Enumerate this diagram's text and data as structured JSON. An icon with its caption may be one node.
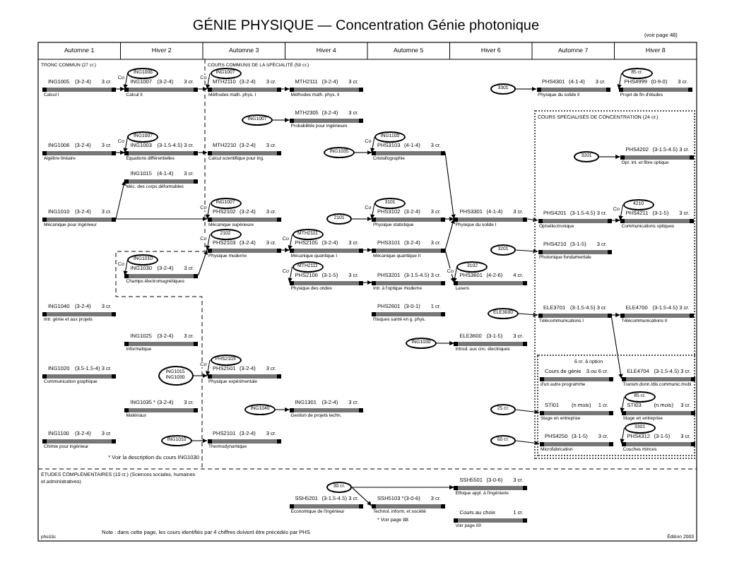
{
  "diagram": {
    "title": "GÉNIE PHYSIQUE — Concentration Génie photonique",
    "nodes": [
      {
        "text": [
          "COURS SPÉCIALISÉS DE CONCENTRATION (24 cr.)"
        ]
      },
      {
        "text": [
          "6 cr. à option"
        ],
        "in": 0
      },
      {
        "text": [
          "ING1005",
          "(3-2-4)",
          "3 cr.",
          "Calcul I"
        ]
      },
      {
        "text": [
          "ING1007",
          "(3-2-4)",
          "3 cr.",
          "Calcul II"
        ]
      },
      {
        "text": [
          "MTH2110",
          "(3-2-4)",
          "3 cr.",
          "Méthodes math. phys. I"
        ]
      },
      {
        "text": [
          "MTH2111",
          "(3-2-4)",
          "3 cr.",
          "Méthodes math. phys. II"
        ]
      },
      {
        "text": [
          "PHS4301",
          "(4-1-4)",
          "3 cr.",
          "Physique du solide II"
        ]
      },
      {
        "text": [
          "PHS4999",
          "(0-9-0)",
          "3 cr.",
          "Projet de fin d'études"
        ]
      },
      {
        "text": [
          "MTH2305",
          "(3-2-4)",
          "3 cr.",
          "Probabilités pour ingénieurs"
        ]
      },
      {
        "text": [
          "ING1006",
          "(3-2-4)",
          "3 cr.",
          "Algèbre linéaire"
        ]
      },
      {
        "text": [
          "ING1003",
          "(3-1.5-4.5)",
          "3 cr.",
          "Équations différentielles"
        ]
      },
      {
        "text": [
          "MTH2210",
          "(3-2-4)",
          "3 cr.",
          "Calcul scientifique pour ing."
        ]
      },
      {
        "text": [
          "PHS3103",
          "(4-1-4)",
          "3 cr.",
          "Cristallographie"
        ]
      },
      {
        "text": [
          "PHS4202",
          "(3-1.5-4.5)",
          "3 cr.",
          "Opt. int. et fibre optique"
        ],
        "in": 0
      },
      {
        "text": [
          "ING1015",
          "(4-1-4)",
          "3 cr.",
          "Méc. des corps déformables"
        ]
      },
      {
        "text": [
          "ING1010",
          "(3-2-4)",
          "3 cr.",
          "Mécanique pour ingénieur"
        ]
      },
      {
        "text": [
          "PHS2102",
          "(3-2-4)",
          "3 cr.",
          "Mécanique supérieure"
        ]
      },
      {
        "text": [
          "PHS3102",
          "(3-2-4)",
          "3 cr.",
          "Physique statistique"
        ]
      },
      {
        "text": [
          "PHS3301",
          "(4-1-4)",
          "3 cr.",
          "Physique du solide I"
        ]
      },
      {
        "text": [
          "PHS4201",
          "(3-1.5-4.5)",
          "3 cr.",
          "Optoélectronique"
        ],
        "in": 0
      },
      {
        "text": [
          "PHS4211",
          "(3-1-5)",
          "3 cr.",
          "Communications optiques"
        ],
        "in": 0
      },
      {
        "text": [
          "PHS2103",
          "(3-2-4)",
          "3 cr.",
          "Physique moderne"
        ]
      },
      {
        "text": [
          "PHS2105",
          "(3-2-4)",
          "3 cr.",
          "Mécanique quantique I"
        ]
      },
      {
        "text": [
          "PHS3101",
          "(3-2-4)",
          "3 cr.",
          "Mécanique quantique II"
        ]
      },
      {
        "text": [
          "PHS4210",
          "(3-1-5)",
          "3 cr.",
          "Photonique fondamentale"
        ],
        "in": 0
      },
      {
        "text": [
          "ING1030",
          "(3-2-4)",
          "3 cr.",
          "Champs électromagnétiques"
        ]
      },
      {
        "text": [
          "PHS2106",
          "(3-1-5)",
          "3 cr.",
          "Physique des ondes"
        ]
      },
      {
        "text": [
          "PHS3201",
          "(3-1.5-4.5)",
          "3 cr.",
          "Intr. à l'optique moderne"
        ]
      },
      {
        "text": [
          "PHS3601",
          "(4-2-6)",
          "4 cr.",
          "Lasers"
        ]
      },
      {
        "text": [
          "ING1040",
          "(3-2-4)",
          "3 cr.",
          "Intr. génie et aux projets"
        ]
      },
      {
        "text": [
          "PHS2601",
          "(3-0-1)",
          "1 cr.",
          "Risques santé en g. phys."
        ]
      },
      {
        "text": [
          "ELE3701",
          "(3-1.5-4.5)",
          "3 cr.",
          "Télécommunications I"
        ],
        "in": 0
      },
      {
        "text": [
          "ELE4700",
          "(3-1.5-4.5)",
          "3 cr.",
          "Télécommunications II"
        ],
        "in": 0
      },
      {
        "text": [
          "ING1025",
          "(3-2-4)",
          "3 cr.",
          "Informatique"
        ]
      },
      {
        "text": [
          "ELE3600",
          "(3-1-5)",
          "3 cr.",
          "Introd. aux circ. électriques"
        ]
      },
      {
        "text": [
          "ING1020",
          "(3.5-1.5-4)",
          "3 cr.",
          "Communication graphique"
        ]
      },
      {
        "text": [
          "PHS2501",
          "(3-2-4)",
          "3 cr.",
          "Physique expérimentale"
        ]
      },
      {
        "text": [
          "Cours de génie",
          "3 ou 6 cr.",
          "d'un autre programme"
        ],
        "in": 1
      },
      {
        "text": [
          "ELE4704",
          "(3-1.5-4.5)",
          "3 cr.",
          "Transm.donn./dis.communic.mobi"
        ],
        "in": 1
      },
      {
        "text": [
          "ING1035 *",
          "(3-2-4)",
          "3 cr.",
          "Matériaux"
        ]
      },
      {
        "text": [
          "ING1301",
          "(3-2-4)",
          "3 cr.",
          "Gestion de projets techn."
        ]
      },
      {
        "text": [
          "STI01",
          "(n mois)",
          "1 cr.",
          "Stage en entreprise"
        ],
        "in": 1
      },
      {
        "text": [
          "STI03",
          "(n mois)",
          "3 cr.",
          "Stage en entreprise"
        ],
        "in": 1
      },
      {
        "text": [
          "ING1100",
          "(3-2-4)",
          "3 cr.",
          "Chimie pour ingénieur"
        ]
      },
      {
        "text": [
          "PHS2101",
          "(3-2-4)",
          "3 cr.",
          "Thermodynamique"
        ]
      },
      {
        "text": [
          "PHS4250",
          "(3-1-5)",
          "3 cr.",
          "Microfabrication"
        ],
        "in": 1
      },
      {
        "text": [
          "PHS4312",
          "(3-1-5)",
          "3 cr.",
          "Couches minces"
        ],
        "in": 1
      },
      {
        "text": [
          "SSH5201",
          "(3-1.5-4.5)",
          "3 cr.",
          "Économique de l'ingénieur"
        ]
      },
      {
        "text": [
          "SSH5103 *",
          "(3-0-6)",
          "3 cr.",
          "Technol. inform. et société"
        ],
        "beside": [
          "* Voir page 88"
        ]
      },
      {
        "text": [
          "SSH5501",
          "(3-0-6)",
          "3 cr.",
          "Éthique appl. à l'ingénierie"
        ]
      },
      {
        "text": [
          "Cours au choix",
          "1 cr.",
          "Voir page 88"
        ]
      },
      {
        "text": [
          "3301"
        ]
      },
      {
        "text": [
          "85 cr."
        ]
      },
      {
        "text": [
          "ING1007"
        ]
      },
      {
        "text": [
          "ING1035"
        ]
      },
      {
        "text": [
          "ING1100"
        ]
      },
      {
        "text": [
          "3201"
        ],
        "in": 0
      },
      {
        "text": [
          "ING1006"
        ]
      },
      {
        "text": [
          "ING1007"
        ]
      },
      {
        "text": [
          "ING1007"
        ]
      },
      {
        "text": [
          "ING1007"
        ]
      },
      {
        "text": [
          "2102"
        ]
      },
      {
        "text": [
          "MTH2111"
        ]
      },
      {
        "text": [
          "MTH2111"
        ]
      },
      {
        "text": [
          "2101"
        ]
      },
      {
        "text": [
          "3101"
        ]
      },
      {
        "text": [
          "3102"
        ]
      },
      {
        "text": [
          "4210"
        ],
        "in": 0
      },
      {
        "text": [
          "3201"
        ]
      },
      {
        "text": [
          "ING1010"
        ]
      },
      {
        "text": [
          "ING1015 ING1030"
        ]
      },
      {
        "text": [
          "PHS2103"
        ]
      },
      {
        "text": [
          "ING1040"
        ]
      },
      {
        "text": [
          "ING1010"
        ]
      },
      {
        "text": [
          "ING1030"
        ]
      },
      {
        "text": [
          "ELE3600"
        ]
      },
      {
        "text": [
          "25 cr."
        ]
      },
      {
        "text": [
          "85 cr."
        ],
        "in": 1
      },
      {
        "text": [
          "60 cr."
        ]
      },
      {
        "text": [
          "3301"
        ],
        "in": 1
      },
      {
        "text": [
          "30 cr."
        ]
      }
    ],
    "edges": [
      {
        "from": 2,
        "to": 3,
        "arrow": "to"
      },
      {
        "from": 3,
        "to": 4,
        "arrow": "to"
      },
      {
        "from": 4,
        "to": 5,
        "arrow": "to"
      },
      {
        "from": 9,
        "to": 10,
        "arrow": "to"
      },
      {
        "from": 10,
        "to": 11,
        "arrow": "to"
      },
      {
        "from": 15,
        "to": 14,
        "arrow": "to"
      },
      {
        "from": 15,
        "to": 16,
        "arrow": "to"
      },
      {
        "from": 25,
        "to": 21,
        "arrow": "to"
      },
      {
        "from": 21,
        "to": 22,
        "arrow": "to"
      },
      {
        "from": 22,
        "to": 23,
        "arrow": "to"
      },
      {
        "from": 26,
        "to": 27,
        "arrow": "to"
      },
      {
        "from": 12,
        "to": 18,
        "arrow": "to"
      },
      {
        "from": 17,
        "to": 18,
        "arrow": "to"
      },
      {
        "from": 23,
        "to": 18,
        "arrow": "to"
      },
      {
        "from": 23,
        "to": 28,
        "arrow": "to"
      },
      {
        "from": 18,
        "to": 19,
        "arrow": "to"
      },
      {
        "from": 19,
        "to": 20,
        "arrow": "to"
      },
      {
        "from": 31,
        "to": 32,
        "arrow": "to"
      },
      {
        "from": 31,
        "to": 38,
        "arrow": "to"
      },
      {
        "from": 51,
        "to": 6,
        "arrow": "to"
      },
      {
        "from": 52,
        "to": 7,
        "arrow": "to"
      },
      {
        "from": 53,
        "to": 8,
        "arrow": "to"
      },
      {
        "from": 54,
        "to": 12,
        "arrow": "to"
      },
      {
        "from": 55,
        "to": 12,
        "arrow": "to",
        "label": "Co"
      },
      {
        "from": 56,
        "to": 13,
        "arrow": "to"
      },
      {
        "from": 57,
        "to": 3,
        "arrow": "to",
        "label": "Co"
      },
      {
        "from": 58,
        "to": 4,
        "arrow": "to",
        "label": "Co"
      },
      {
        "from": 59,
        "to": 10,
        "arrow": "to",
        "label": "Co"
      },
      {
        "from": 60,
        "to": 16,
        "arrow": "to",
        "label": "Co"
      },
      {
        "from": 61,
        "to": 21,
        "arrow": "to",
        "label": "Co"
      },
      {
        "from": 62,
        "to": 22,
        "arrow": "to",
        "label": "Co"
      },
      {
        "from": 63,
        "to": 26,
        "arrow": "to",
        "label": "Co"
      },
      {
        "from": 64,
        "to": 17,
        "arrow": "to"
      },
      {
        "from": 65,
        "to": 17,
        "arrow": "to",
        "label": "Co"
      },
      {
        "from": 66,
        "to": 28,
        "arrow": "to",
        "label": "Co"
      },
      {
        "from": 67,
        "to": 20,
        "arrow": "to",
        "label": "Co"
      },
      {
        "from": 68,
        "to": 24,
        "arrow": "to"
      },
      {
        "from": 69,
        "to": 25,
        "arrow": "to",
        "label": "Co"
      },
      {
        "from": 70,
        "to": 36,
        "arrow": "to"
      },
      {
        "from": 71,
        "to": 36,
        "arrow": "to",
        "label": "Co"
      },
      {
        "from": 72,
        "to": 40,
        "arrow": "to"
      },
      {
        "from": 73,
        "to": 44,
        "arrow": "to"
      },
      {
        "from": 74,
        "to": 34,
        "arrow": "to"
      },
      {
        "from": 75,
        "to": 31,
        "arrow": "to"
      },
      {
        "from": 76,
        "to": 41,
        "arrow": "to"
      },
      {
        "from": 77,
        "to": 42,
        "arrow": "to"
      },
      {
        "from": 78,
        "to": 45,
        "arrow": "to"
      },
      {
        "from": 79,
        "to": 46,
        "arrow": "to"
      },
      {
        "from": 80,
        "to": 48,
        "arrow": "to"
      },
      {
        "from": 80,
        "to": 49,
        "arrow": "to"
      }
    ],
    "labels": [
      "Automne 1",
      "Hiver 2",
      "Automne 3",
      "Hiver 4",
      "Automne 5",
      "Hiver 6",
      "Automne 7",
      "Hiver 8",
      "(voir page 48)",
      "TRONC COMMUN (27 cr.)",
      "COURS COMMUNS DE LA SPÉCIALITÉ (58 cr.)",
      "* Voir la description du cours ING1030",
      "ÉTUDES COMPLÉMENTAIRES (10 cr.) (Sciences sociales, humaines et administratives)",
      "Note : dans cette page, les cours identifiés par 4 chiffres doivent être précédés par PHS",
      "phs03c",
      "Édition 2003"
    ]
  }
}
